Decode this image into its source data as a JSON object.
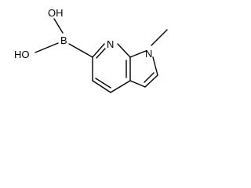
{
  "molecule": {
    "atoms": {
      "oh_top": "OH",
      "oh_bottom": "HO",
      "boron": "B",
      "pyridine_n": "N",
      "pyrrole_n": "N"
    }
  },
  "colors": {
    "bond": "#000000",
    "label": "#000000",
    "background": "#ffffff"
  }
}
